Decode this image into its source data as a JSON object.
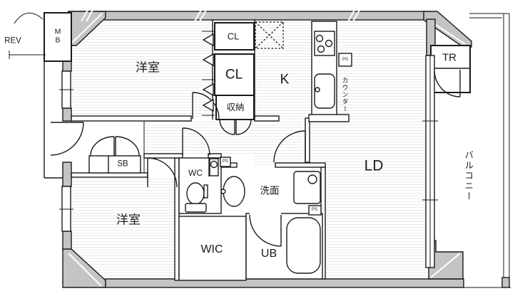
{
  "floorplan": {
    "labels": {
      "room_top": "洋室",
      "room_bottom": "洋室",
      "closet_small": "CL",
      "closet_large": "CL",
      "storage": "収納",
      "kitchen": "K",
      "living_dining": "LD",
      "shoe_box": "SB",
      "toilet_room": "WC",
      "washroom": "洗面",
      "walk_in_closet": "WIC",
      "unit_bath": "UB",
      "trunk_room": "TR",
      "balcony": "バルコニー",
      "counter": "カウンター",
      "meter_box": "MB",
      "rev": "REV",
      "pipe_space_kitchen": "PS",
      "pipe_space_wc": "PS",
      "pipe_space_bath": "PS"
    },
    "colors": {
      "wall_fill": "#c4c4c4",
      "line": "#1a1a1a",
      "floor_stripe": "#e9e9e9",
      "background": "#ffffff"
    }
  }
}
